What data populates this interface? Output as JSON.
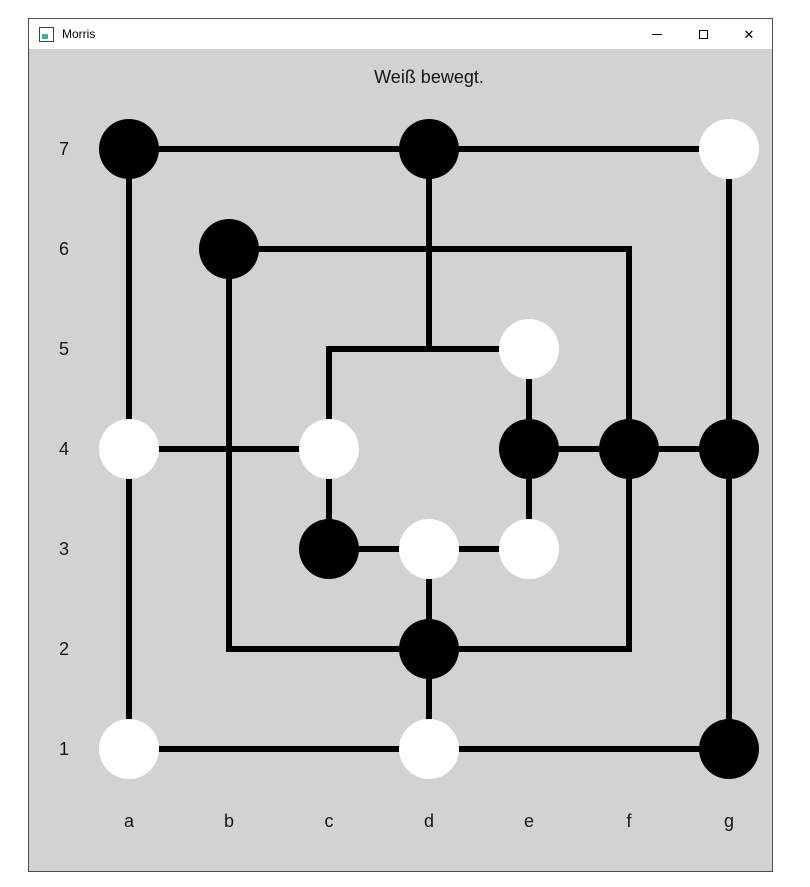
{
  "window": {
    "title": "Morris",
    "controls": {
      "minimize_icon": "horizontal-line",
      "maximize_icon": "square-outline",
      "close": "✕"
    }
  },
  "status": "Weiß bewegt.",
  "board": {
    "column_labels": [
      "a",
      "b",
      "c",
      "d",
      "e",
      "f",
      "g"
    ],
    "row_labels": [
      "7",
      "6",
      "5",
      "4",
      "3",
      "2",
      "1"
    ],
    "pieces": [
      {
        "pos": "a7",
        "color": "black"
      },
      {
        "pos": "d7",
        "color": "black"
      },
      {
        "pos": "g7",
        "color": "white"
      },
      {
        "pos": "b6",
        "color": "black"
      },
      {
        "pos": "e5",
        "color": "white"
      },
      {
        "pos": "a4",
        "color": "white"
      },
      {
        "pos": "c4",
        "color": "white"
      },
      {
        "pos": "e4",
        "color": "black"
      },
      {
        "pos": "f4",
        "color": "black"
      },
      {
        "pos": "g4",
        "color": "black"
      },
      {
        "pos": "c3",
        "color": "black"
      },
      {
        "pos": "d3",
        "color": "white"
      },
      {
        "pos": "e3",
        "color": "white"
      },
      {
        "pos": "d2",
        "color": "black"
      },
      {
        "pos": "a1",
        "color": "white"
      },
      {
        "pos": "d1",
        "color": "white"
      },
      {
        "pos": "g1",
        "color": "black"
      }
    ]
  },
  "colors": {
    "client_background": "#d2d2d2",
    "line": "#000000",
    "piece_black": "#000000",
    "piece_white": "#ffffff",
    "titlebar_background": "#ffffff"
  }
}
